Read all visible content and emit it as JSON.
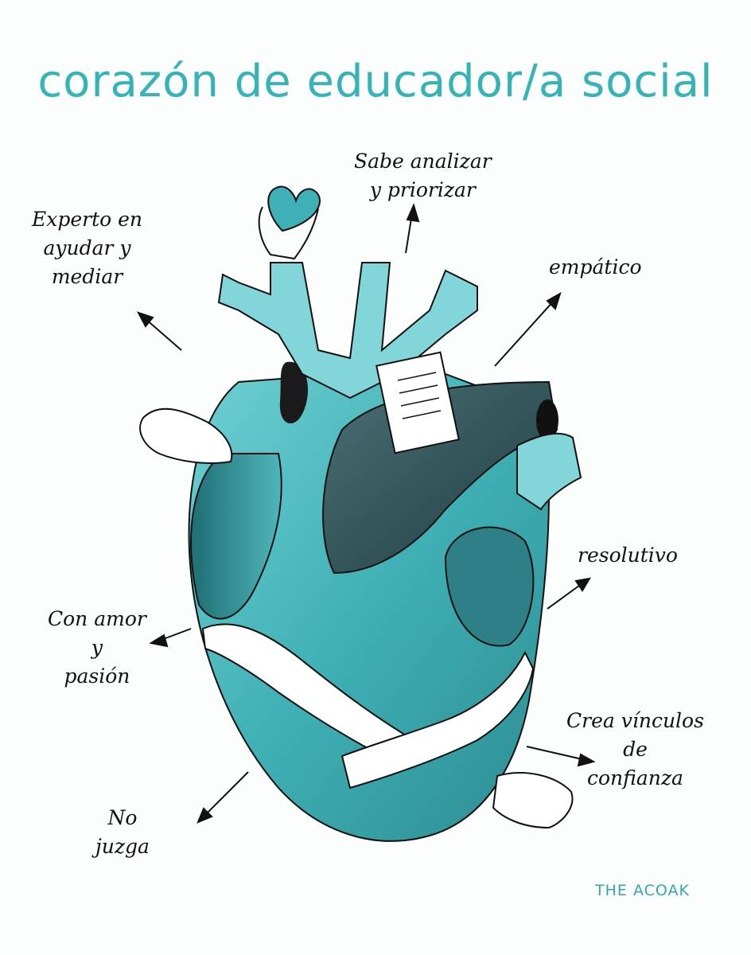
{
  "title": "corazón de educador/a social",
  "labels": {
    "analizar": [
      "Sabe analizar",
      "y priorizar"
    ],
    "experto": [
      "Experto en",
      "ayudar y",
      "mediar"
    ],
    "empatico": [
      "empático"
    ],
    "resolutivo": [
      "resolutivo"
    ],
    "amor": [
      "Con amor",
      "y",
      "pasión"
    ],
    "vinculos": [
      "Crea vínculos",
      "de",
      "confianza"
    ],
    "juzga": [
      "No",
      "juzga"
    ]
  },
  "signature": "THE ACOAK",
  "colors": {
    "title": "#35b3b6",
    "heart_light": "#7fd3d6",
    "heart_mid": "#3aa8ad",
    "heart_dark": "#245e63",
    "heart_shadow": "#2e4a4e"
  }
}
